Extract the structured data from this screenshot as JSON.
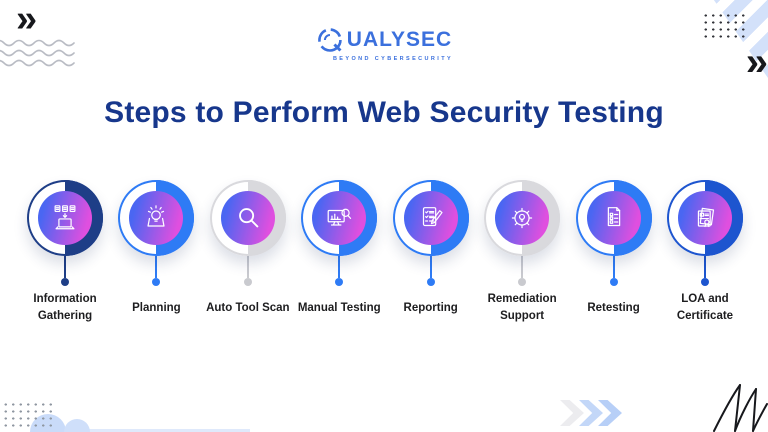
{
  "logo": {
    "wordmark": "QUALYSEC",
    "wordmark_rest": "UALYSEC",
    "tagline": "BEYOND CYBERSECURITY",
    "brand_color": "#3b70dd"
  },
  "title": {
    "text": "Steps to Perform Web Security Testing",
    "color": "#17378c"
  },
  "steps": [
    {
      "label": "Information Gathering",
      "icon": "laptop-documents-icon",
      "ring_color": "#1e3e87",
      "connector_color": "#1e3e87"
    },
    {
      "label": "Planning",
      "icon": "idea-bulb-icon",
      "ring_color": "#2e7bf5",
      "connector_color": "#2e7bf5"
    },
    {
      "label": "Auto Tool Scan",
      "icon": "magnifier-icon",
      "ring_color": "#d9d9dd",
      "connector_color": "#c9cacf"
    },
    {
      "label": "Manual Testing",
      "icon": "monitor-scan-icon",
      "ring_color": "#2e7bf5",
      "connector_color": "#2e7bf5"
    },
    {
      "label": "Reporting",
      "icon": "report-checklist-icon",
      "ring_color": "#2e7bf5",
      "connector_color": "#2e7bf5"
    },
    {
      "label": "Remediation Support",
      "icon": "gear-bulb-icon",
      "ring_color": "#d9d9dd",
      "connector_color": "#c9cacf"
    },
    {
      "label": "Retesting",
      "icon": "retest-checklist-icon",
      "ring_color": "#2e7bf5",
      "connector_color": "#2e7bf5"
    },
    {
      "label": "LOA and Certificate",
      "icon": "certificate-icon",
      "ring_color": "#1d55cf",
      "connector_color": "#1d55cf"
    }
  ],
  "colors": {
    "inner_gradient_start": "#4a66f2",
    "inner_gradient_end": "#e04fdf",
    "icon_stroke": "#ffffff",
    "brand": "#3b70dd",
    "title": "#17378c"
  },
  "decorations": {
    "top_left_chevron": "»",
    "top_right_chevron": "»",
    "wave_color": "#b9bcc4",
    "dot_grid_dark": "#33343a",
    "dot_grid_gray": "#8f97a1",
    "corner_stripe_blue": "#d3e1fa",
    "bottom_bump_blue": "#c9dbf9",
    "chevron_arrow_colors": [
      "#ececef",
      "#c3d7f8",
      "#b7cff7"
    ],
    "signature_color": "#17181c"
  }
}
